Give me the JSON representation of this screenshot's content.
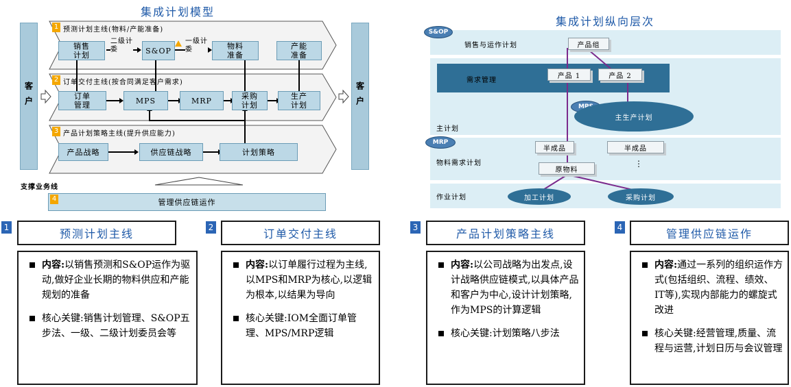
{
  "left_diagram": {
    "title": "集成计划模型",
    "customer_left": "客户",
    "customer_right": "客户",
    "lanes": [
      {
        "num": "1",
        "label": "预测计划主线(物料/产能准备)"
      },
      {
        "num": "2",
        "label": "订单交付主线(按合同满足客户需求)"
      },
      {
        "num": "3",
        "label": "产品计划策略主线(提升供应能力)"
      }
    ],
    "lane1_boxes": [
      "销售\n计划",
      "S&OP",
      "物料\n准备",
      "产能\n准备"
    ],
    "lane1_tags": [
      "二级计\n委",
      "一级计\n委"
    ],
    "lane2_boxes": [
      "订单\n管理",
      "MPS",
      "MRP",
      "采购\n计划",
      "生产\n计划"
    ],
    "lane3_boxes": [
      "产品战略",
      "供应链战略",
      "计划策略"
    ],
    "support_label": "支撑业务线",
    "support_num": "4",
    "support_bar": "管理供应链运作"
  },
  "right_diagram": {
    "title": "集成计划纵向层次",
    "tags": {
      "sop": "S&OP",
      "mps": "MPS",
      "mrp": "MRP"
    },
    "band_labels": {
      "sales": "销售与运作计划",
      "demand": "需求管理",
      "master": "主计划",
      "material": "物料需求计划",
      "ops": "作业计划"
    },
    "nodes": {
      "product_group": "产品组",
      "product1": "产品 1",
      "product2": "产品 2",
      "msp": "主生产计划",
      "semi1": "半成品",
      "semi2": "半成品",
      "raw": "原物料",
      "dots": "⋮",
      "process_plan": "加工计划",
      "purchase_plan": "采购计划"
    }
  },
  "panels": [
    {
      "num": "1",
      "title": "预测计划主线",
      "content_label": "内容:",
      "content": "以销售预测和S&OP运作为驱动,做好企业长期的物料供应和产能规划的准备",
      "key": "核心关键:销售计划管理、S&OP五步法、一级、二级计划委员会等"
    },
    {
      "num": "2",
      "title": "订单交付主线",
      "content_label": "内容:",
      "content": "以订单履行过程为主线,以MPS和MRP为核心,以逻辑为根本,以结果为导向",
      "key": "核心关键:IOM全面订单管理、MPS/MRP逻辑"
    },
    {
      "num": "3",
      "title": "产品计划策略主线",
      "content_label": "内容:",
      "content": "以公司战略为出发点,设计战略供应链模式,以具体产品和客户为中心,设计计划策略,作为MPS的计算逻辑",
      "key": "核心关键:计划策略八步法"
    },
    {
      "num": "4",
      "title": "管理供应链运作",
      "content_label": "内容:",
      "content": "通过一系列的组织运作方式(包括组织、流程、绩效、IT等),实现内部能力的螺旋式改进",
      "key": "核心关键:经营管理,质量、流程与运营,计划日历与会议管理"
    }
  ],
  "colors": {
    "accent": "#1f5aa8",
    "box_fill": "#bcd8e6",
    "tag_orange": "#f4a700",
    "band": "#dceef5",
    "band_dark": "#2f6f96",
    "link": "#7b2a8c"
  }
}
